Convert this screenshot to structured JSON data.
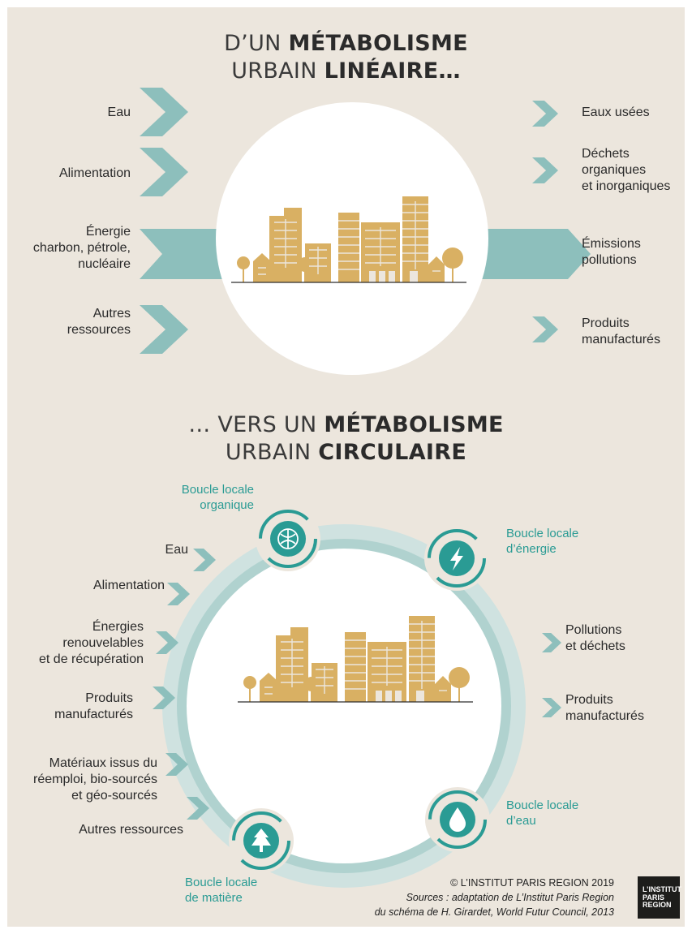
{
  "top": {
    "title_line1_light": "D’UN",
    "title_line1_bold": "MÉTABOLISME",
    "title_line2_light": "URBAIN",
    "title_line2_bold": "LINÉAIRE…",
    "inputs": {
      "eau": "Eau",
      "alimentation": "Alimentation",
      "energie_1": "Énergie",
      "energie_2": "charbon, pétrole,",
      "energie_3": "nucléaire",
      "autres_1": "Autres",
      "autres_2": "ressources"
    },
    "outputs": {
      "eaux_usees": "Eaux usées",
      "dechets_1": "Déchets",
      "dechets_2": "organiques",
      "dechets_3": "et inorganiques",
      "emissions_1": "Émissions",
      "emissions_2": "pollutions",
      "produits_1": "Produits",
      "produits_2": "manufacturés"
    }
  },
  "bottom": {
    "title_line1_light": "… VERS UN",
    "title_line1_bold": "MÉTABOLISME",
    "title_line2_light": "URBAIN",
    "title_line2_bold": "CIRCULAIRE",
    "loops": {
      "organique_1": "Boucle locale",
      "organique_2": "organique",
      "energie_1": "Boucle locale",
      "energie_2": "d’énergie",
      "eau_1": "Boucle locale",
      "eau_2": "d’eau",
      "matiere_1": "Boucle locale",
      "matiere_2": "de matière"
    },
    "inputs": {
      "eau": "Eau",
      "alimentation": "Alimentation",
      "energies_1": "Énergies",
      "energies_2": "renouvelables",
      "energies_3": "et de récupération",
      "produits_1": "Produits",
      "produits_2": "manufacturés",
      "materiaux_1": "Matériaux issus du",
      "materiaux_2": "réemploi, bio-sourcés",
      "materiaux_3": "et géo-sourcés",
      "autres": "Autres ressources"
    },
    "outputs": {
      "pollutions_1": "Pollutions",
      "pollutions_2": "et déchets",
      "produits_1": "Produits",
      "produits_2": "manufacturés"
    }
  },
  "credits": {
    "copyright": "© L’INSTITUT PARIS REGION 2019",
    "sources_1": "Sources : adaptation de L’Institut Paris Region",
    "sources_2": "du schéma de H. Girardet, World Futur Council, 2013"
  },
  "logo": {
    "line1": "L’INSTITUT",
    "line2": "PARIS",
    "line3": "REGION"
  },
  "icons": {
    "loop_organique": "cabbage-icon",
    "loop_energie": "lightning-icon",
    "loop_eau": "water-drop-icon",
    "loop_matiere": "fir-tree-icon"
  },
  "colors": {
    "background": "#ece6dd",
    "teal": "#2a9b94",
    "arrow_teal": "#8dbfbc",
    "ring": "#c9dfdd",
    "building": "#d9b063",
    "logo": "#1d1d1b"
  }
}
